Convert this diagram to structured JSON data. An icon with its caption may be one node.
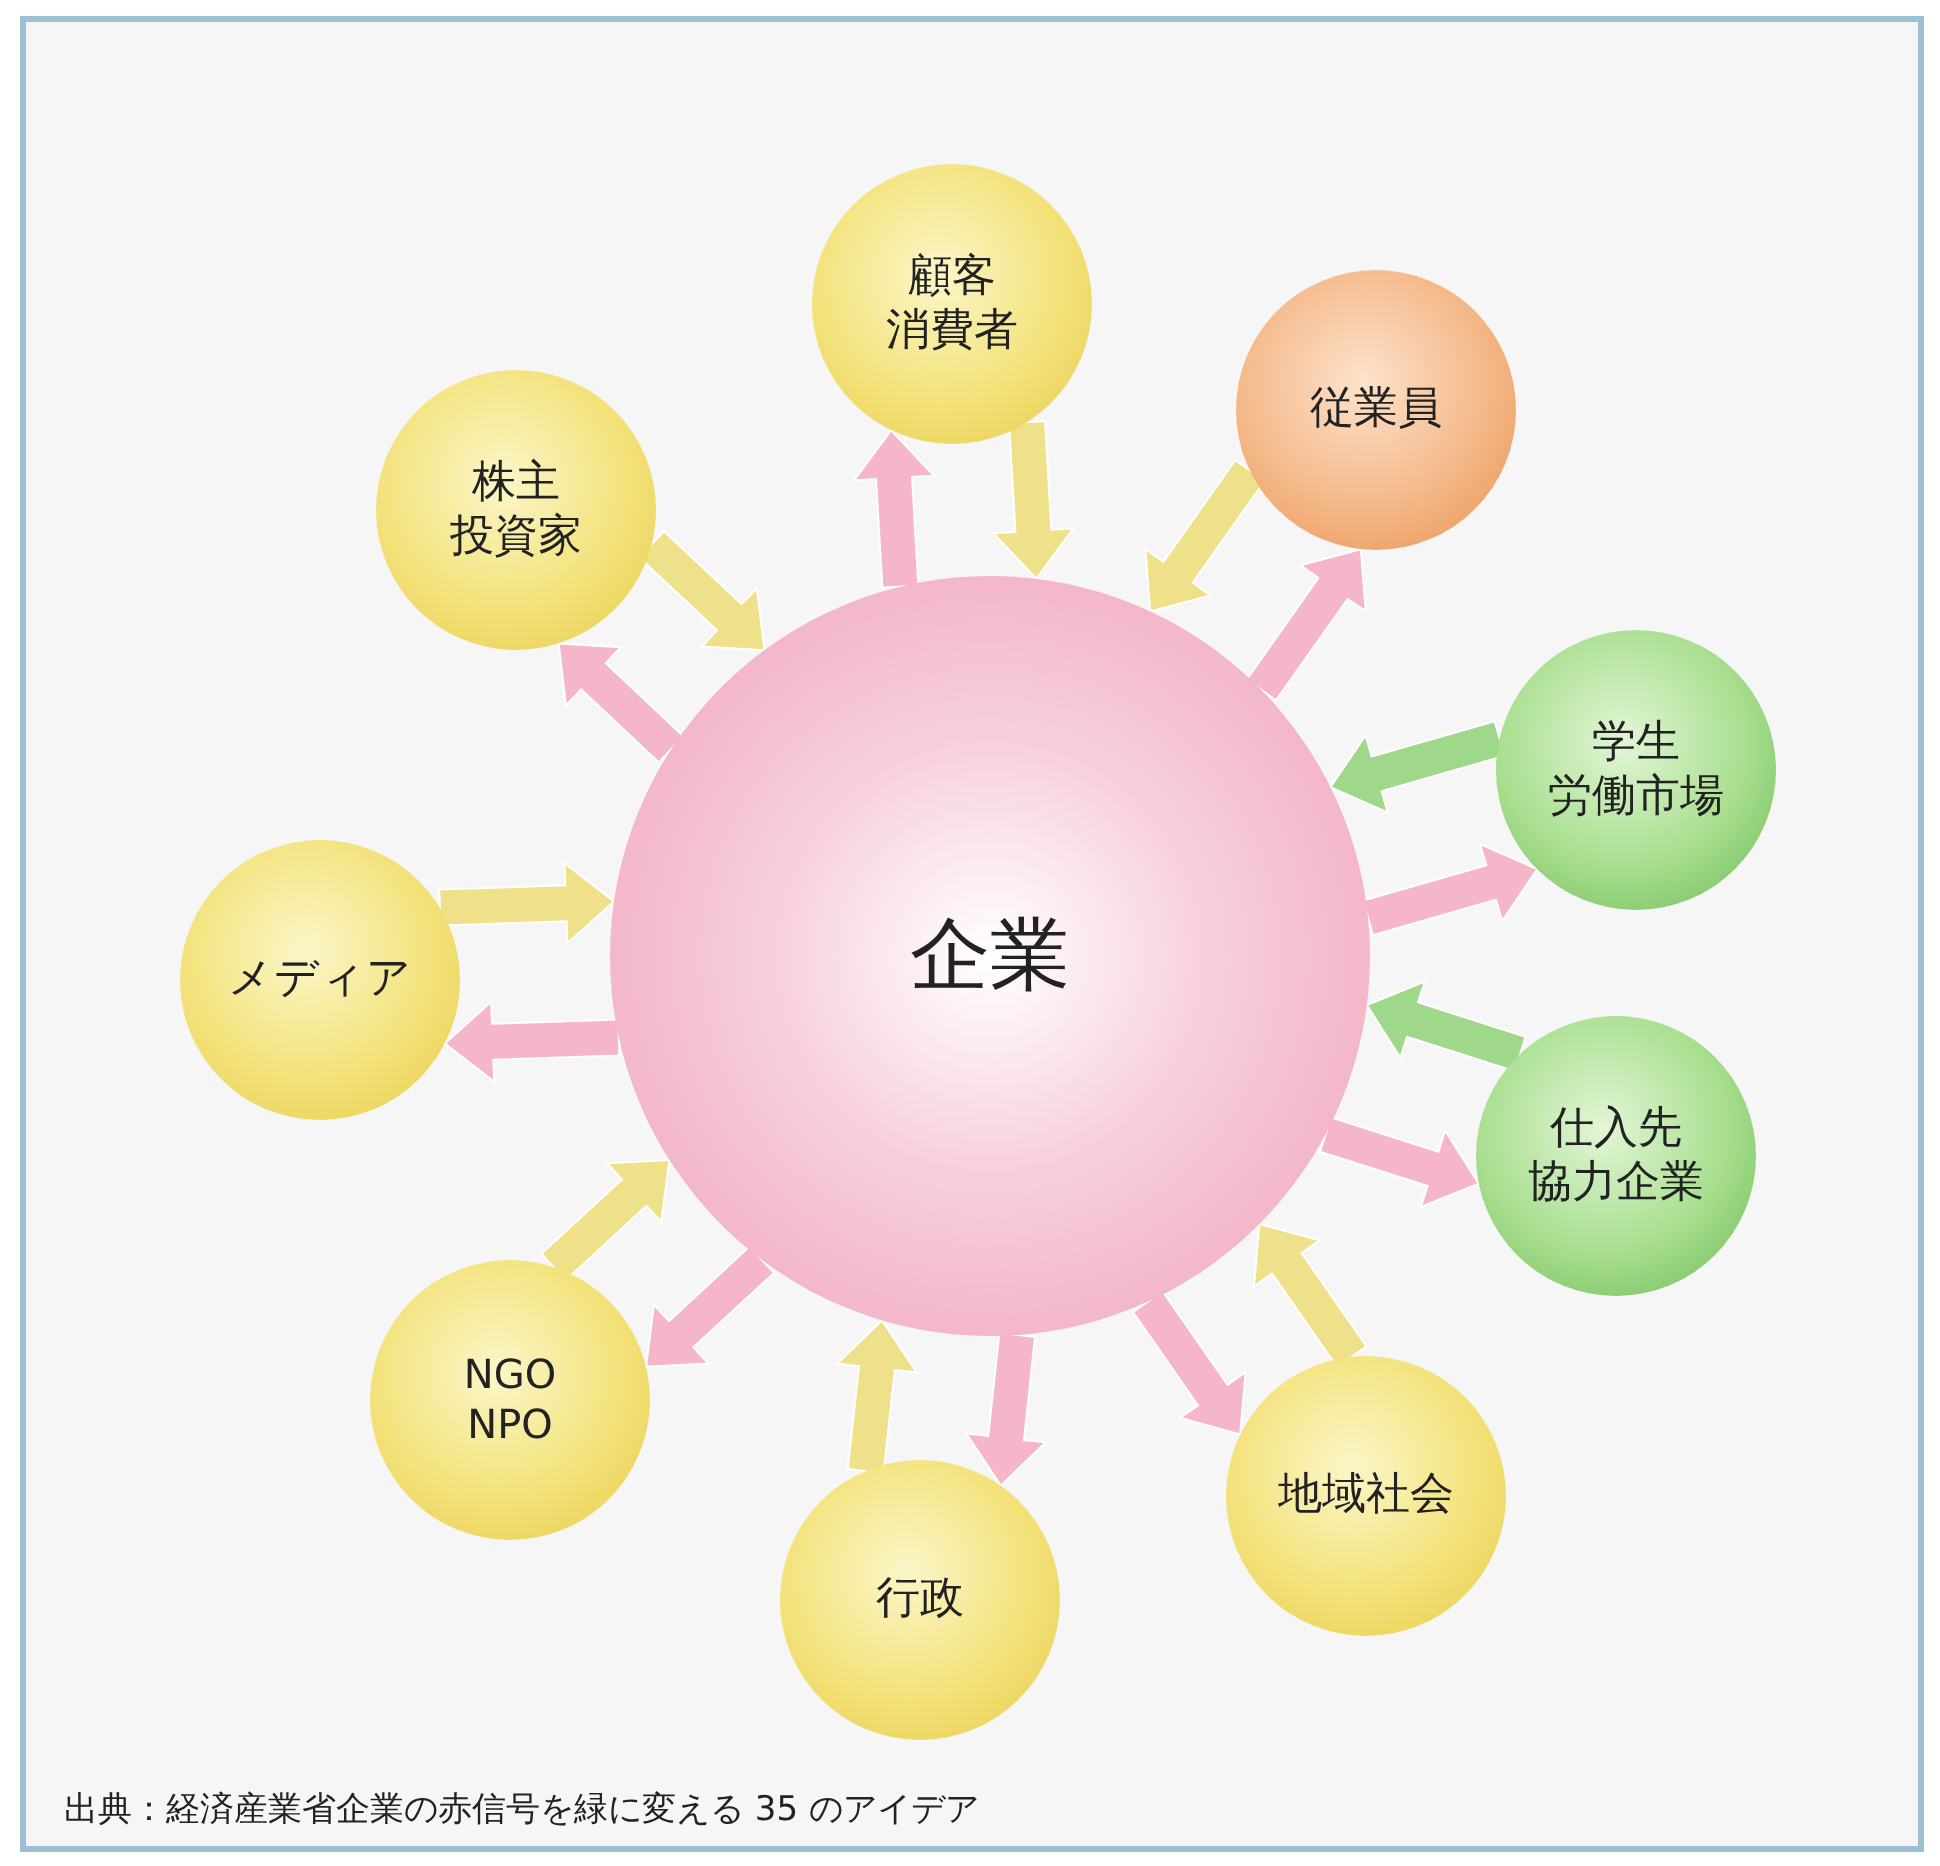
{
  "diagram": {
    "caption": "出典：経済産業省企業の赤信号を緑に変える 35 のアイデア",
    "nodes": [
      {
        "text": [
          "企業"
        ]
      },
      {
        "text": [
          "顧客消費者"
        ]
      },
      {
        "text": [
          "従業員"
        ]
      },
      {
        "text": [
          "株主投資家"
        ]
      },
      {
        "text": [
          "学生労働市場"
        ]
      },
      {
        "text": [
          "メディア"
        ]
      },
      {
        "text": [
          "仕入先協力企業"
        ]
      },
      {
        "text": [
          "NGO NPO"
        ]
      },
      {
        "text": [
          "地域社会"
        ]
      },
      {
        "text": [
          "行政"
        ]
      }
    ],
    "edges": [
      {
        "from": 0,
        "to": 1,
        "arrow": "to",
        "color": "#f4b6c8"
      },
      {
        "from": 1,
        "to": 0,
        "arrow": "to",
        "color": "#efe08a"
      },
      {
        "from": 0,
        "to": 2,
        "arrow": "to",
        "color": "#f4b6c8"
      },
      {
        "from": 2,
        "to": 0,
        "arrow": "to",
        "color": "#efe08a"
      },
      {
        "from": 0,
        "to": 3,
        "arrow": "to",
        "color": "#f4b6c8"
      },
      {
        "from": 3,
        "to": 0,
        "arrow": "to",
        "color": "#efe08a"
      },
      {
        "from": 0,
        "to": 4,
        "arrow": "to",
        "color": "#f4b6c8"
      },
      {
        "from": 4,
        "to": 0,
        "arrow": "to",
        "color": "#9fd88a"
      },
      {
        "from": 0,
        "to": 5,
        "arrow": "to",
        "color": "#f4b6c8"
      },
      {
        "from": 5,
        "to": 0,
        "arrow": "to",
        "color": "#efe08a"
      },
      {
        "from": 0,
        "to": 6,
        "arrow": "to",
        "color": "#f4b6c8"
      },
      {
        "from": 6,
        "to": 0,
        "arrow": "to",
        "color": "#9fd88a"
      },
      {
        "from": 0,
        "to": 7,
        "arrow": "to",
        "color": "#f4b6c8"
      },
      {
        "from": 7,
        "to": 0,
        "arrow": "to",
        "color": "#efe08a"
      },
      {
        "from": 0,
        "to": 8,
        "arrow": "to",
        "color": "#f4b6c8"
      },
      {
        "from": 8,
        "to": 0,
        "arrow": "to",
        "color": "#efe08a"
      },
      {
        "from": 0,
        "to": 9,
        "arrow": "to",
        "color": "#f4b6c8"
      },
      {
        "from": 9,
        "to": 0,
        "arrow": "to",
        "color": "#efe08a"
      }
    ]
  }
}
